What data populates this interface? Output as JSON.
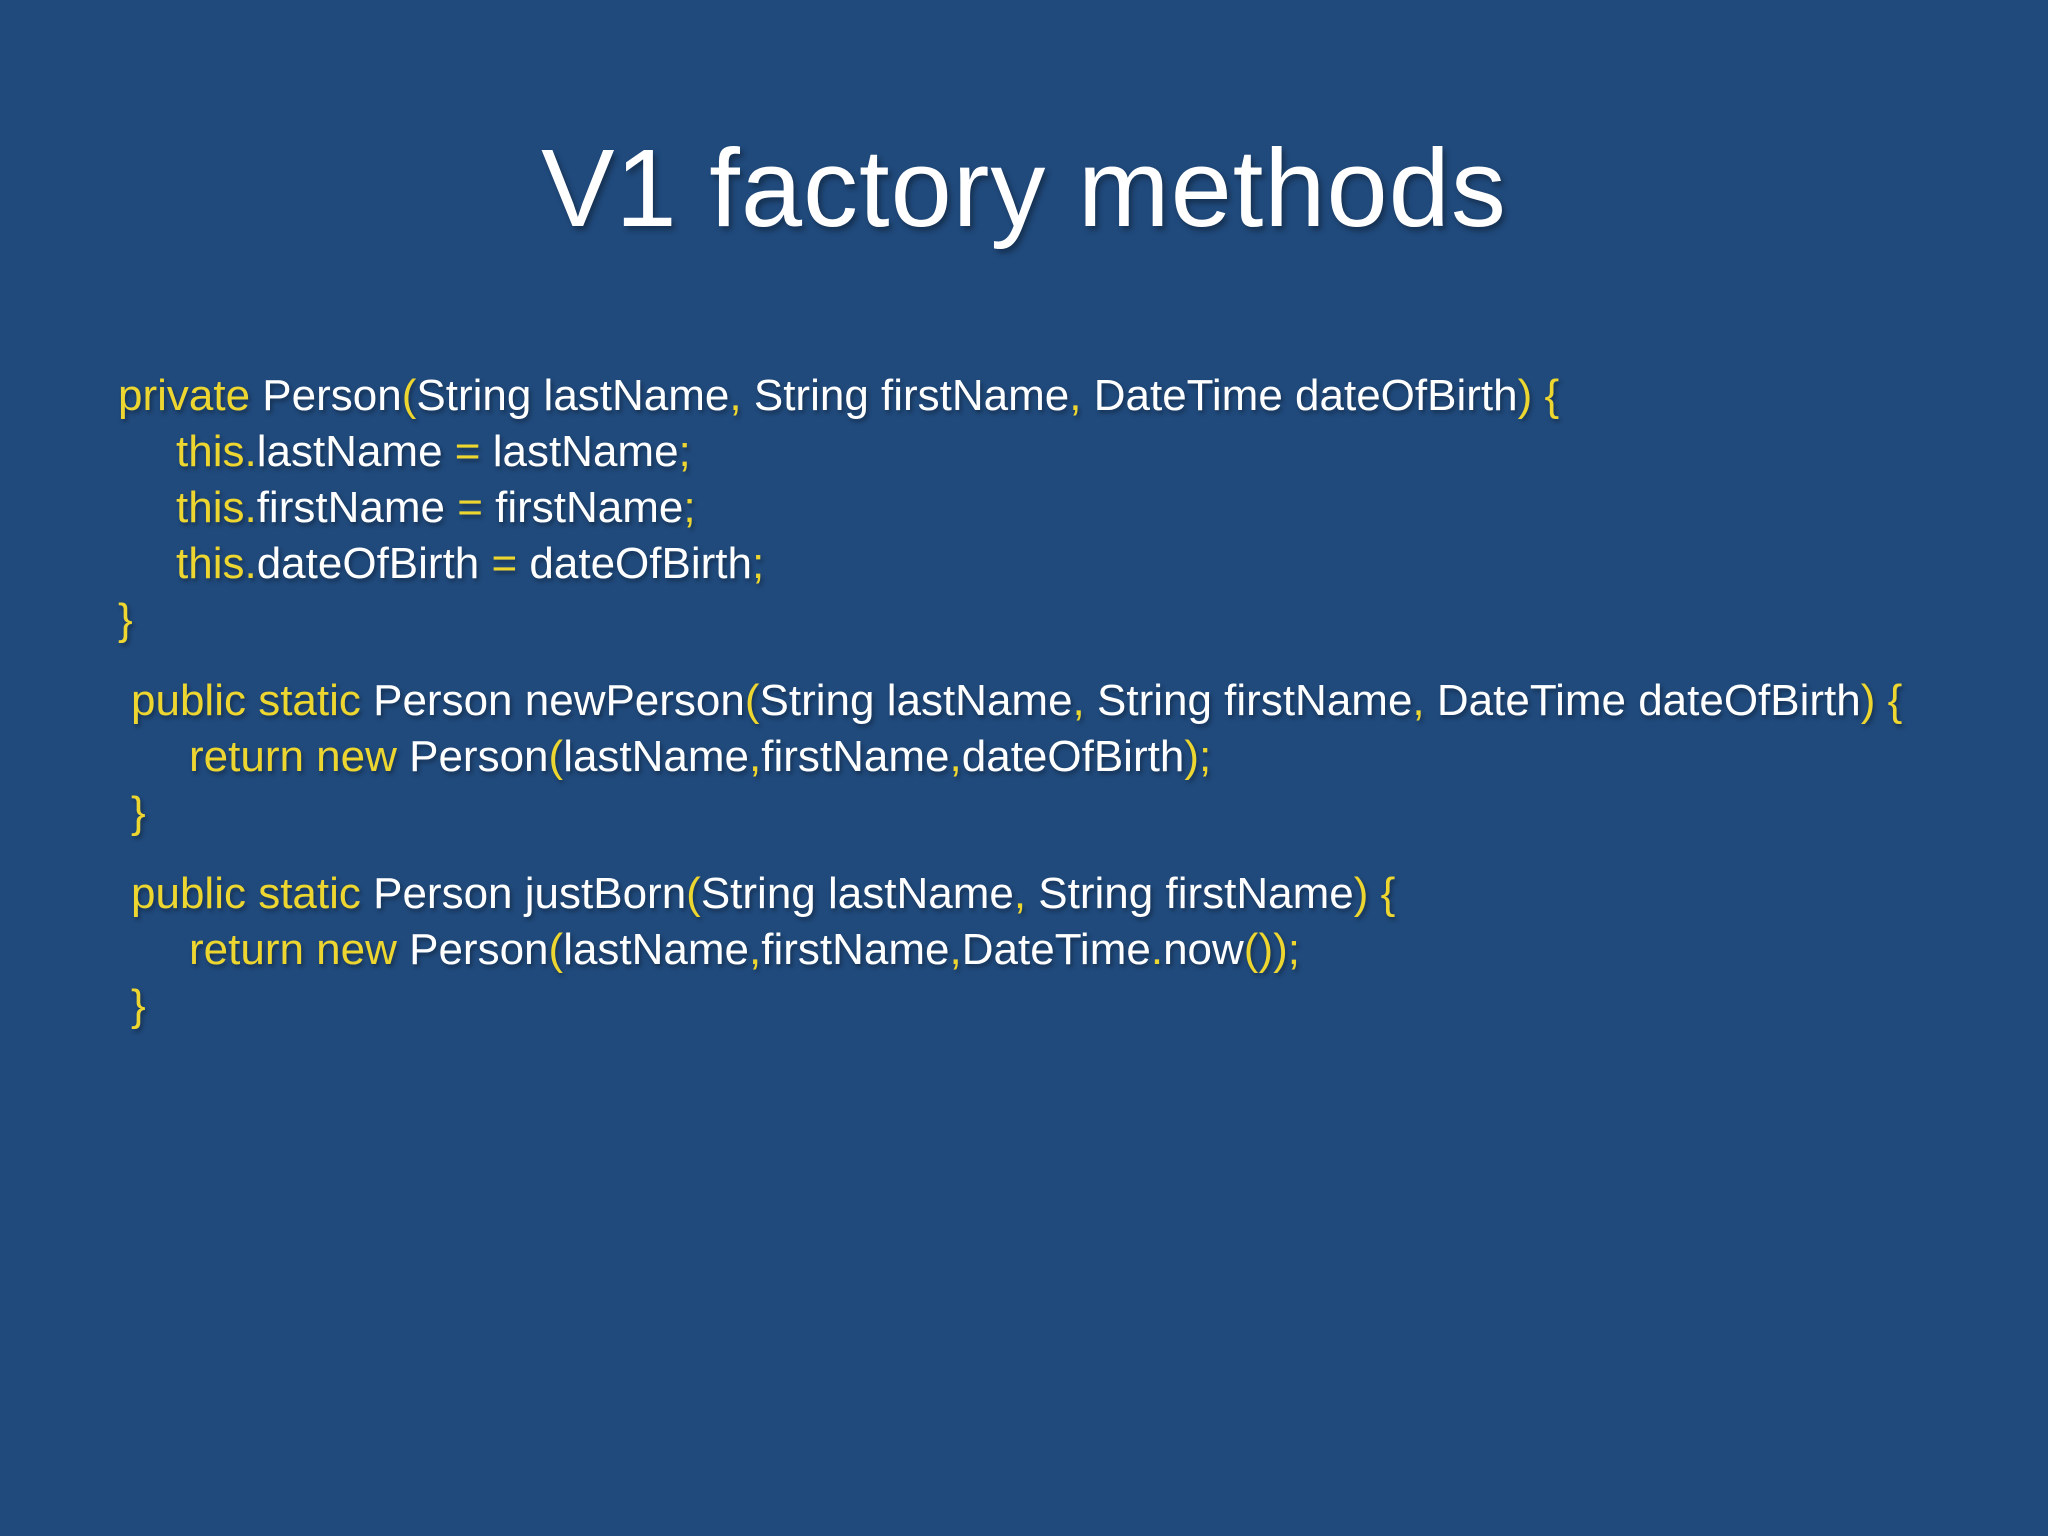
{
  "slide": {
    "title": "V1 factory methods",
    "colors": {
      "background": "#204A7C",
      "keyword": "#EDD630",
      "identifier": "#FFFFFF",
      "title": "#FFFFFF"
    },
    "code_blocks": [
      {
        "lines": [
          {
            "indent": 0,
            "tokens": [
              [
                "kw",
                "private "
              ],
              [
                "id",
                "Person"
              ],
              [
                "kw",
                "("
              ],
              [
                "id",
                "String lastName"
              ],
              [
                "kw",
                ","
              ],
              [
                "id",
                " String firstName"
              ],
              [
                "kw",
                ","
              ],
              [
                "id",
                " DateTime dateOfBirth"
              ],
              [
                "kw",
                ") {"
              ]
            ]
          },
          {
            "indent": 1,
            "tokens": [
              [
                "kw",
                "this."
              ],
              [
                "id",
                "lastName "
              ],
              [
                "kw",
                "= "
              ],
              [
                "id",
                "lastName"
              ],
              [
                "kw",
                ";"
              ]
            ]
          },
          {
            "indent": 1,
            "tokens": [
              [
                "kw",
                "this."
              ],
              [
                "id",
                "firstName "
              ],
              [
                "kw",
                "= "
              ],
              [
                "id",
                "firstName"
              ],
              [
                "kw",
                ";"
              ]
            ]
          },
          {
            "indent": 1,
            "tokens": [
              [
                "kw",
                "this."
              ],
              [
                "id",
                "dateOfBirth "
              ],
              [
                "kw",
                "= "
              ],
              [
                "id",
                "dateOfBirth"
              ],
              [
                "kw",
                ";"
              ]
            ]
          },
          {
            "indent": 0,
            "tokens": [
              [
                "kw",
                "}"
              ]
            ]
          }
        ]
      },
      {
        "lines": [
          {
            "indent": 0,
            "tokens": [
              [
                "kw",
                "public static "
              ],
              [
                "id",
                "Person newPerson"
              ],
              [
                "kw",
                "("
              ],
              [
                "id",
                "String lastName"
              ],
              [
                "kw",
                ","
              ],
              [
                "id",
                " String firstName"
              ],
              [
                "kw",
                ","
              ],
              [
                "id",
                " DateTime dateOfBirth"
              ],
              [
                "kw",
                ") {"
              ]
            ]
          },
          {
            "indent": 1,
            "tokens": [
              [
                "kw",
                "return new "
              ],
              [
                "id",
                "Person"
              ],
              [
                "kw",
                "("
              ],
              [
                "id",
                "lastName"
              ],
              [
                "kw",
                ","
              ],
              [
                "id",
                "firstName"
              ],
              [
                "kw",
                ","
              ],
              [
                "id",
                "dateOfBirth"
              ],
              [
                "kw",
                ");"
              ]
            ]
          },
          {
            "indent": 0,
            "tokens": [
              [
                "kw",
                "}"
              ]
            ]
          }
        ]
      },
      {
        "lines": [
          {
            "indent": 0,
            "tokens": [
              [
                "kw",
                "public static "
              ],
              [
                "id",
                "Person justBorn"
              ],
              [
                "kw",
                "("
              ],
              [
                "id",
                "String lastName"
              ],
              [
                "kw",
                ","
              ],
              [
                "id",
                " String firstName"
              ],
              [
                "kw",
                ") {"
              ]
            ]
          },
          {
            "indent": 1,
            "tokens": [
              [
                "kw",
                "return new "
              ],
              [
                "id",
                "Person"
              ],
              [
                "kw",
                "("
              ],
              [
                "id",
                "lastName"
              ],
              [
                "kw",
                ","
              ],
              [
                "id",
                "firstName"
              ],
              [
                "kw",
                ","
              ],
              [
                "id",
                "DateTime"
              ],
              [
                "kw",
                "."
              ],
              [
                "id",
                "now"
              ],
              [
                "kw",
                "());"
              ]
            ]
          },
          {
            "indent": 0,
            "tokens": [
              [
                "kw",
                "}"
              ]
            ]
          }
        ]
      }
    ]
  }
}
